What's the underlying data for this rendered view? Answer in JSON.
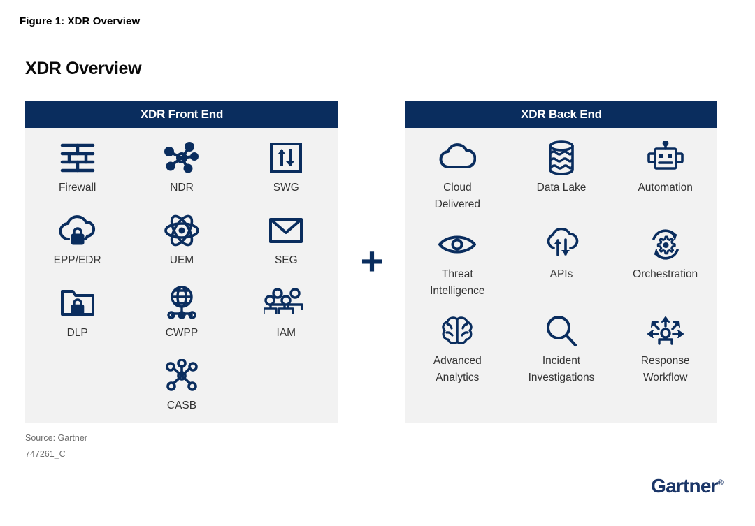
{
  "figure": {
    "caption": "Figure 1: XDR Overview",
    "title": "XDR Overview"
  },
  "colors": {
    "brand_navy": "#0a2d5e",
    "panel_background": "#f2f2f2",
    "label_text": "#333333",
    "source_text": "#6e6e6e",
    "logo_navy": "#1b3668",
    "page_background": "#ffffff"
  },
  "connector": {
    "symbol": "+",
    "name": "plus-sign"
  },
  "panels": [
    {
      "id": "front-end",
      "header": "XDR Front End",
      "items": [
        {
          "label": "Firewall",
          "icon": "firewall-icon"
        },
        {
          "label": "NDR",
          "icon": "network-hub-icon"
        },
        {
          "label": "SWG",
          "icon": "bidirectional-arrows-box-icon"
        },
        {
          "label": "EPP/EDR",
          "icon": "cloud-lock-icon"
        },
        {
          "label": "UEM",
          "icon": "atom-icon"
        },
        {
          "label": "SEG",
          "icon": "envelope-icon"
        },
        {
          "label": "DLP",
          "icon": "folder-lock-icon"
        },
        {
          "label": "CWPP",
          "icon": "globe-network-icon"
        },
        {
          "label": "IAM",
          "icon": "people-group-icon"
        },
        {
          "label": "",
          "icon": ""
        },
        {
          "label": "CASB",
          "icon": "hub-spoke-icon"
        },
        {
          "label": "",
          "icon": ""
        }
      ]
    },
    {
      "id": "back-end",
      "header": "XDR Back End",
      "items": [
        {
          "label": "Cloud\nDelivered",
          "icon": "cloud-icon"
        },
        {
          "label": "Data Lake",
          "icon": "data-lake-cylinder-icon"
        },
        {
          "label": "Automation",
          "icon": "robot-icon"
        },
        {
          "label": "Threat\nIntelligence",
          "icon": "eye-icon"
        },
        {
          "label": "APIs",
          "icon": "cloud-sync-arrows-icon"
        },
        {
          "label": "Orchestration",
          "icon": "gear-refresh-icon"
        },
        {
          "label": "Advanced\nAnalytics",
          "icon": "brain-icon"
        },
        {
          "label": "Incident\nInvestigations",
          "icon": "magnifier-icon"
        },
        {
          "label": "Response\nWorkflow",
          "icon": "person-arrows-icon"
        }
      ]
    }
  ],
  "footer": {
    "source": "Source: Gartner",
    "doc_id": "747261_C",
    "logo": "Gartner"
  }
}
